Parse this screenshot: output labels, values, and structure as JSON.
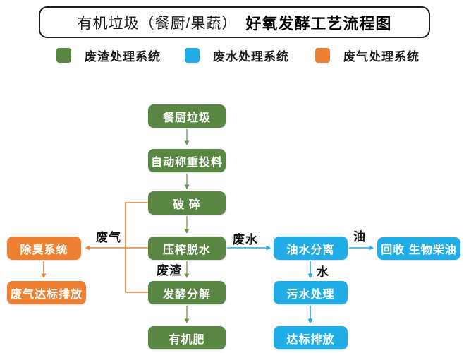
{
  "title": {
    "normal": "有机垃圾（餐厨/果蔬）",
    "bold": "好氧发酵工艺流程图"
  },
  "legend": {
    "items": [
      {
        "label": "废渣处理系统",
        "color": "#598743"
      },
      {
        "label": "废水处理系统",
        "color": "#20ace5"
      },
      {
        "label": "废气处理系统",
        "color": "#ed8032"
      }
    ]
  },
  "flowchart": {
    "nodes": {
      "kitchen_waste": "餐厨垃圾",
      "auto_weighing": "自动称重投料",
      "crushing": "破 碎",
      "press_dewatering": "压榨脱水",
      "fermentation": "发酵分解",
      "organic_fertilizer": "有机肥",
      "deodorization": "除臭系统",
      "gas_discharge": "废气达标排放",
      "oil_water_separation": "油水分离",
      "sewage_treatment": "污水处理",
      "standard_discharge": "达标排放",
      "biodiesel_recycling": "回收 生物柴油"
    },
    "edge_labels": {
      "waste_gas": "废气",
      "waste_water": "废水",
      "waste_residue": "废渣",
      "oil": "油",
      "water": "水"
    }
  },
  "colors": {
    "residue_green": "#598743",
    "water_blue": "#20ace5",
    "gas_orange": "#ed8032",
    "arrow_green": "#6f9150",
    "title_border": "#1c1c1c",
    "background": "#ffffff"
  }
}
